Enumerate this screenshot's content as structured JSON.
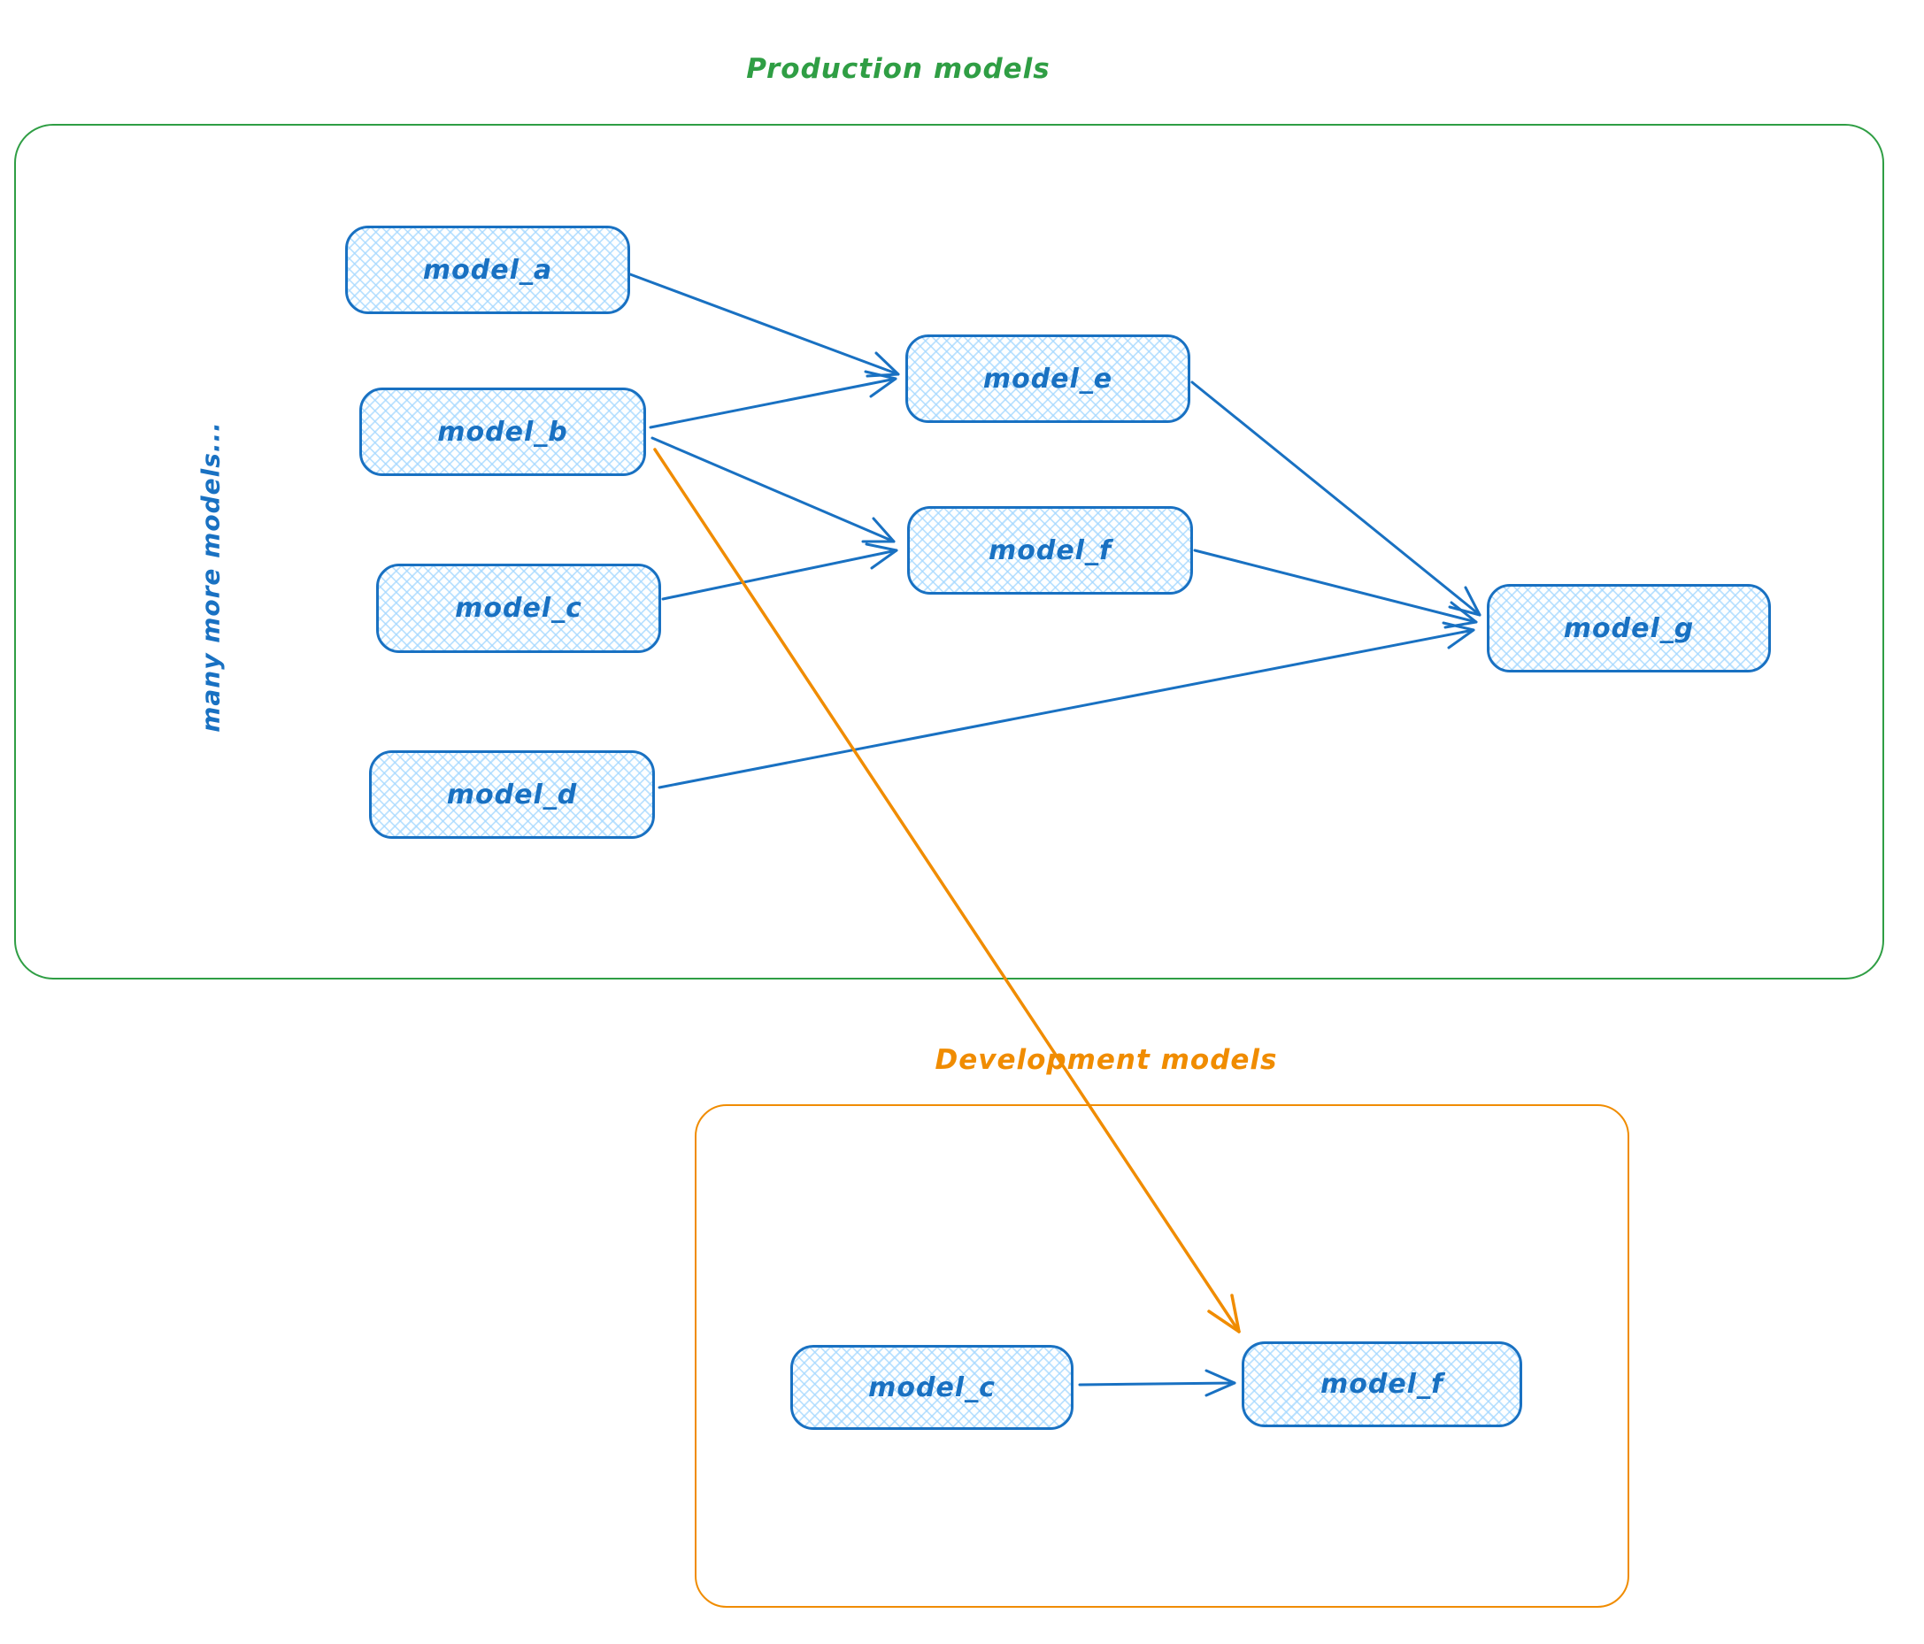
{
  "colors": {
    "production_frame": "#2f9e44",
    "development_frame": "#f08c00",
    "node_stroke": "#1971c2",
    "node_fill": "#a5d8ff"
  },
  "production": {
    "title": "Production models",
    "side_note": "many more models...",
    "nodes": [
      {
        "label": "model_a"
      },
      {
        "label": "model_b"
      },
      {
        "label": "model_c"
      },
      {
        "label": "model_d"
      },
      {
        "label": "model_e"
      },
      {
        "label": "model_f"
      },
      {
        "label": "model_g"
      }
    ],
    "edges": [
      "model_a -> model_e",
      "model_b -> model_e",
      "model_b -> model_f",
      "model_c -> model_f",
      "model_d -> model_g",
      "model_e -> model_g",
      "model_f -> model_g"
    ]
  },
  "development": {
    "title": "Development models",
    "nodes": [
      {
        "label": "model_c"
      },
      {
        "label": "model_f"
      }
    ],
    "edges": [
      "model_c -> model_f"
    ]
  },
  "cross_edges": [
    "model_b (production) -> model_f (development)"
  ]
}
